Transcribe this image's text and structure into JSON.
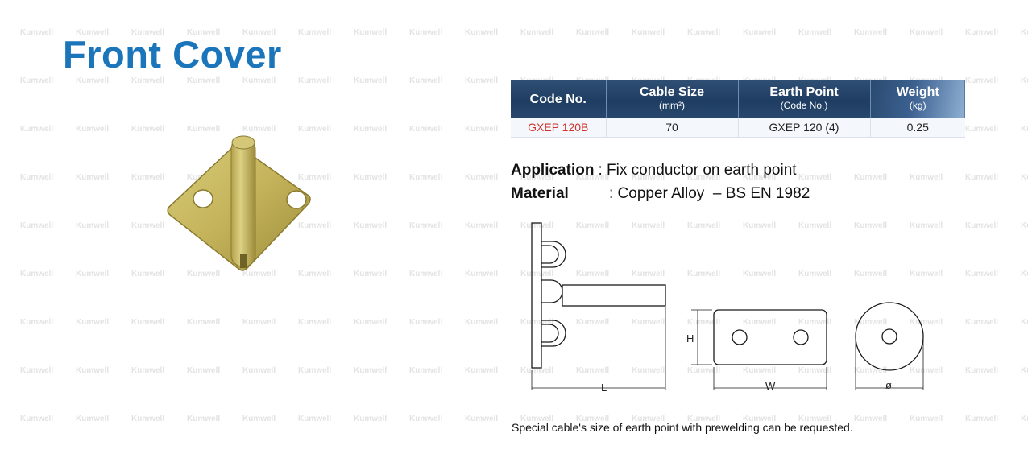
{
  "watermark": {
    "text": "Kumwell"
  },
  "title": "Front Cover",
  "table": {
    "headers": [
      {
        "label": "Code No.",
        "sub": ""
      },
      {
        "label": "Cable Size",
        "sub": "(mm²)"
      },
      {
        "label": "Earth Point",
        "sub": "(Code No.)"
      },
      {
        "label": "Weight",
        "sub": "(kg)"
      }
    ],
    "rows": [
      [
        "GXEP 120B",
        "70",
        "GXEP 120 (4)",
        "0.25"
      ]
    ]
  },
  "specs": {
    "application_label": "Application",
    "application_value": ": Fix conductor on earth point",
    "material_label": "Material",
    "material_value": ": Copper Alloy  – BS EN 1982"
  },
  "drawing": {
    "dim_L": "L",
    "dim_H": "H",
    "dim_W": "W",
    "dim_D": "ø"
  },
  "footnote": "Special cable's size of earth point with prewelding can be requested.",
  "colors": {
    "title": "#1b75bb",
    "header_bg": "#213f64",
    "code_text": "#d0342c",
    "brass": "#c7b760"
  }
}
